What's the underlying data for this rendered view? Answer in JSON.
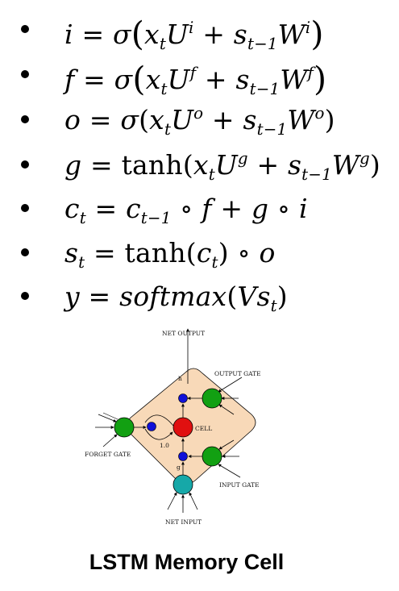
{
  "equations": [
    {
      "lhs": "i",
      "fn": "σ",
      "w1": "x",
      "w1sub": "t",
      "m1": "U",
      "m1sup": "i",
      "w2": "s",
      "w2sub": "t−1",
      "m2": "W",
      "m2sup": "i"
    },
    {
      "lhs": "f",
      "fn": "σ",
      "w1": "x",
      "w1sub": "t",
      "m1": "U",
      "m1sup": "f",
      "w2": "s",
      "w2sub": "t−1",
      "m2": "W",
      "m2sup": "f"
    },
    {
      "lhs": "o",
      "fn": "σ",
      "w1": "x",
      "w1sub": "t",
      "m1": "U",
      "m1sup": "o",
      "w2": "s",
      "w2sub": "t−1",
      "m2": "W",
      "m2sup": "o"
    },
    {
      "lhs": "g",
      "fn": "tanh",
      "w1": "x",
      "w1sub": "t",
      "m1": "U",
      "m1sup": "g",
      "w2": "s",
      "w2sub": "t−1",
      "m2": "W",
      "m2sup": "g"
    }
  ],
  "cell_equation": {
    "lhs": "c",
    "lhs_sub": "t",
    "prev": "c",
    "prev_sub": "t−1",
    "f": "f",
    "g": "g",
    "i": "i"
  },
  "state_equation": {
    "lhs": "s",
    "lhs_sub": "t",
    "fn": "tanh",
    "arg": "c",
    "arg_sub": "t",
    "o": "o"
  },
  "output_equation": {
    "lhs": "y",
    "fn": "softmax",
    "arg1": "V",
    "arg2": "s",
    "arg2_sub": "t"
  },
  "diagram": {
    "labels": {
      "net_output": "NET OUTPUT",
      "output_gate": "OUTPUT GATE",
      "forget_gate": "FORGET GATE",
      "input_gate": "INPUT GATE",
      "net_input": "NET INPUT",
      "cell": "CELL",
      "h": "h",
      "g": "g",
      "recurrent_weight": "1.0"
    },
    "colors": {
      "body_fill": "#f8d9b8",
      "cell": "#e01010",
      "gate": "#12a012",
      "multiplier": "#1010d8",
      "input_unit": "#16a8a8"
    }
  },
  "caption": "LSTM Memory Cell"
}
